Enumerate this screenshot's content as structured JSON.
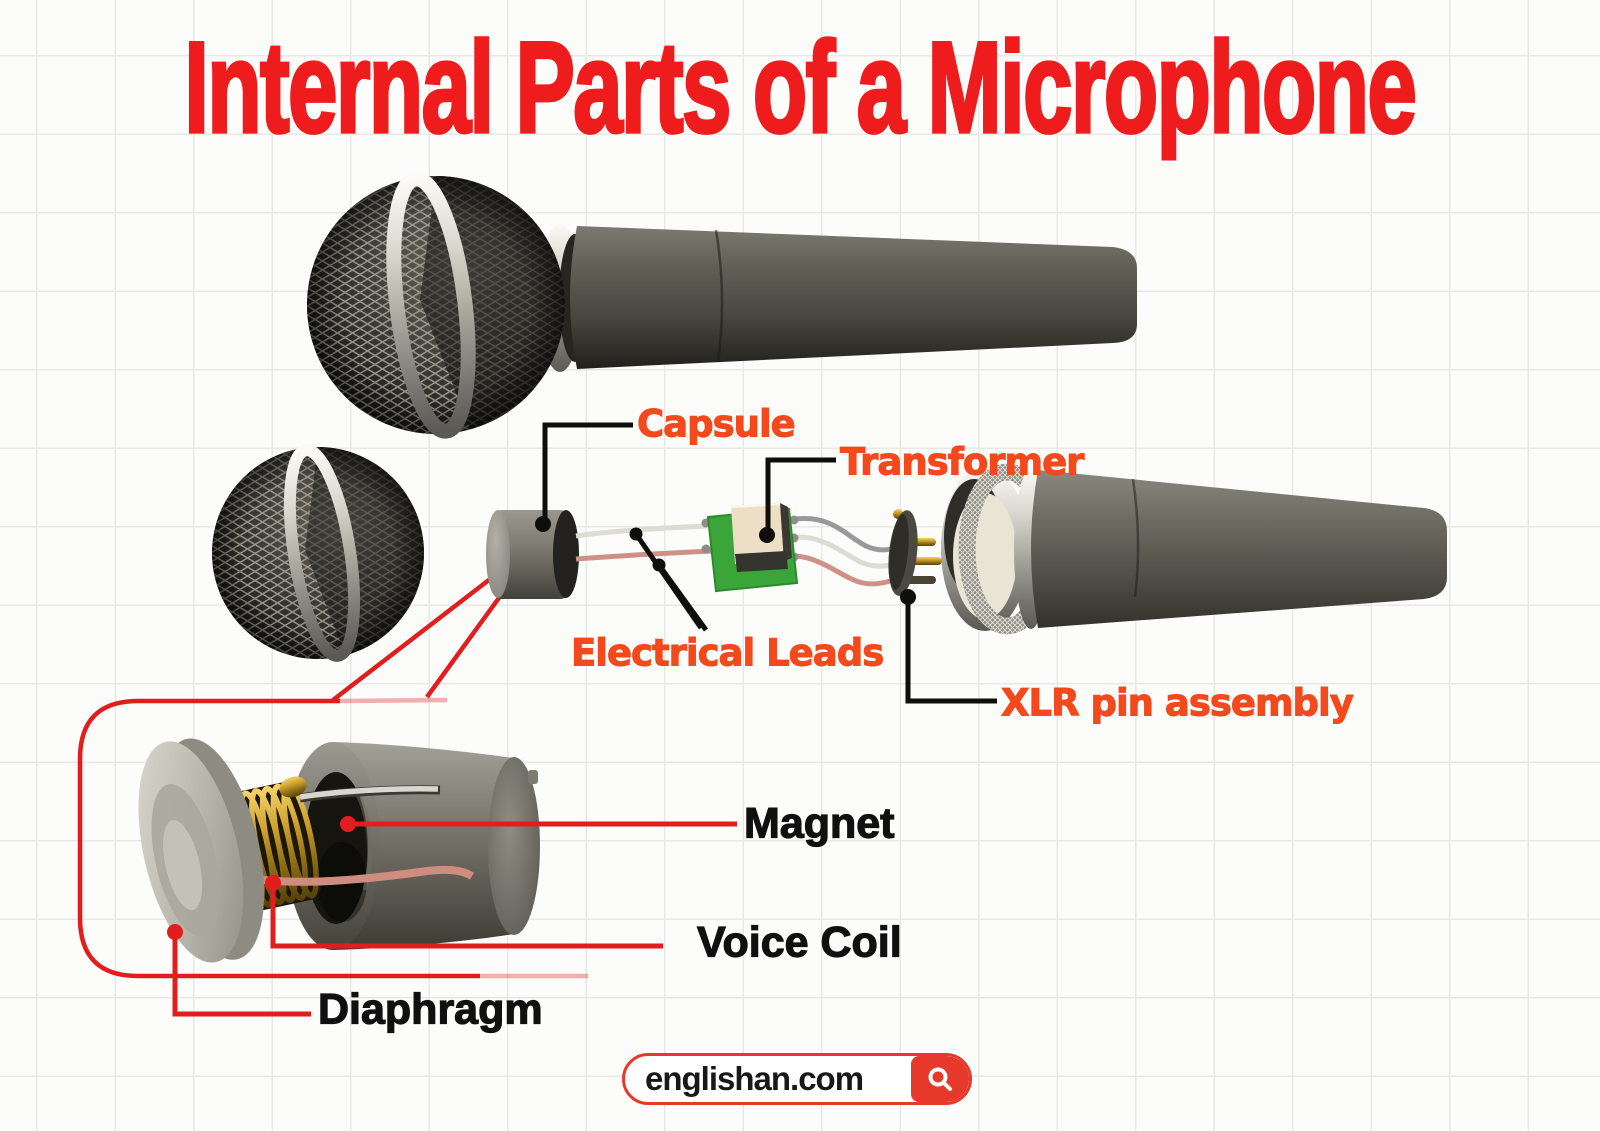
{
  "title": {
    "text": "Internal Parts of a Microphone"
  },
  "parts": {
    "capsule": {
      "label": "Capsule"
    },
    "transformer": {
      "label": "Transformer"
    },
    "electrical_leads": {
      "label": "Electrical Leads"
    },
    "xlr_pin_assembly": {
      "label": "XLR pin assembly"
    },
    "magnet": {
      "label": "Magnet"
    },
    "voice_coil": {
      "label": "Voice Coil"
    },
    "diaphragm": {
      "label": "Diaphragm"
    }
  },
  "watermark": {
    "text": "englishan.com",
    "icon": "search-icon"
  },
  "colors": {
    "title_red": "#ee1c1c",
    "label_orange": "#f4491c",
    "label_black": "#101010",
    "leader_red": "#e21d1d",
    "leader_black": "#0e0e0c",
    "watermark_red": "#e6392c",
    "pcb_green": "#3aa63a",
    "coil_gold": "#c89b2a",
    "mic_gray": "#57544b"
  }
}
